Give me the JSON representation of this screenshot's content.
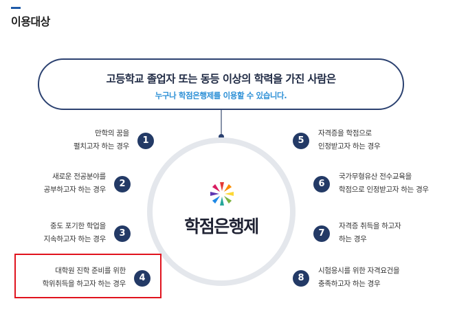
{
  "section": {
    "title": "이용대상"
  },
  "banner": {
    "main": "고등학교 졸업자 또는 동등 이상의 학력을 가진 사람은",
    "sub": "누구나 학점은행제를 이용할 수 있습니다."
  },
  "center": {
    "label": "학점은행제",
    "logo_icon": "flower-logo-icon"
  },
  "items": [
    {
      "num": "1",
      "line1": "만학의 꿈을",
      "line2": "펼치고자 하는 경우"
    },
    {
      "num": "2",
      "line1": "새로운 전공분야를",
      "line2": "공부하고자 하는 경우"
    },
    {
      "num": "3",
      "line1": "중도 포기한 학업을",
      "line2": "지속하고자 하는 경우"
    },
    {
      "num": "4",
      "line1": "대학원 진학 준비를 위한",
      "line2": "학위취득을 하고자 하는 경우"
    },
    {
      "num": "5",
      "line1": "자격증을 학점으로",
      "line2": "인정받고자 하는 경우"
    },
    {
      "num": "6",
      "line1": "국가무형유산 전수교육을",
      "line2": "학점으로 인정받고자 하는 경우"
    },
    {
      "num": "7",
      "line1": "자격증 취득을 하고자",
      "line2": "하는 경우"
    },
    {
      "num": "8",
      "line1": "시험응시를 위한 자격요건을",
      "line2": "충족하고자 하는 경우"
    }
  ],
  "colors": {
    "navy": "#233a66",
    "accent_blue": "#2b8fd6",
    "highlight_red": "#e0121d"
  }
}
